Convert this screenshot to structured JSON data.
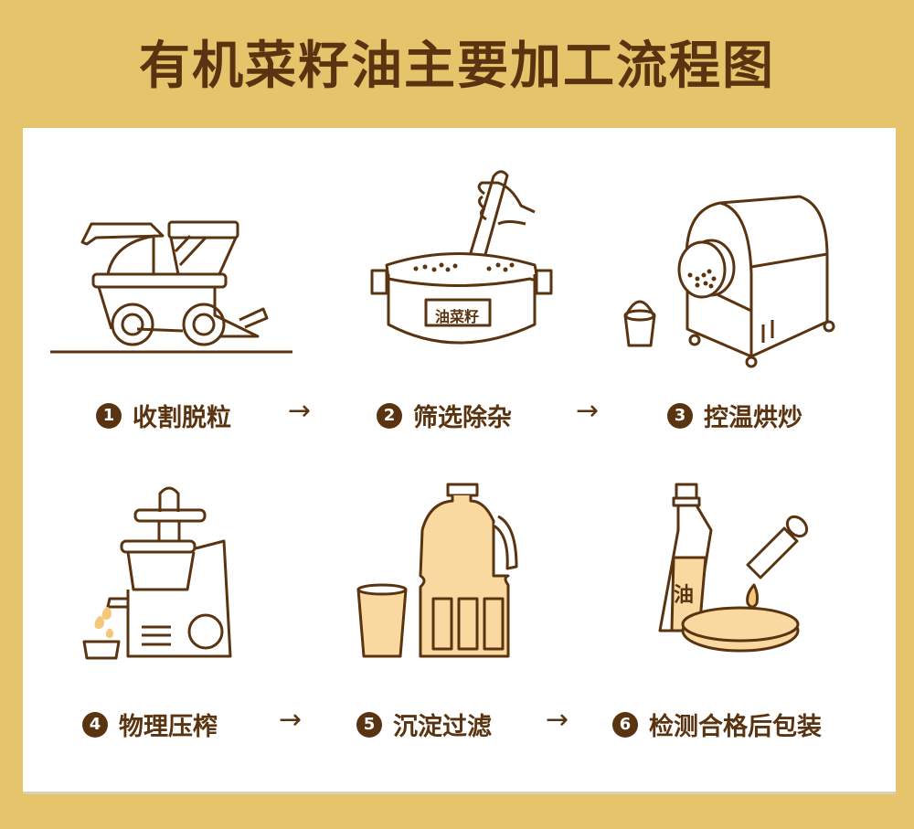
{
  "title": "有机菜籽油主要加工流程图",
  "colors": {
    "background": "#E5C46C",
    "panel": "#FFFFFF",
    "text": "#5A3410",
    "oil": "#F9D9A0"
  },
  "steps": [
    {
      "number": "1",
      "label": "收割脱粒",
      "icon": "harvester-icon"
    },
    {
      "number": "2",
      "label": "筛选除杂",
      "icon": "seed-pot-icon",
      "pot_label": "油菜籽"
    },
    {
      "number": "3",
      "label": "控温烘炒",
      "icon": "roaster-icon"
    },
    {
      "number": "4",
      "label": "物理压榨",
      "icon": "oil-press-icon"
    },
    {
      "number": "5",
      "label": "沉淀过滤",
      "icon": "oil-jug-icon"
    },
    {
      "number": "6",
      "label": "检测合格后包装",
      "icon": "oil-test-icon",
      "bottle_label": "油"
    }
  ],
  "arrow": "→"
}
